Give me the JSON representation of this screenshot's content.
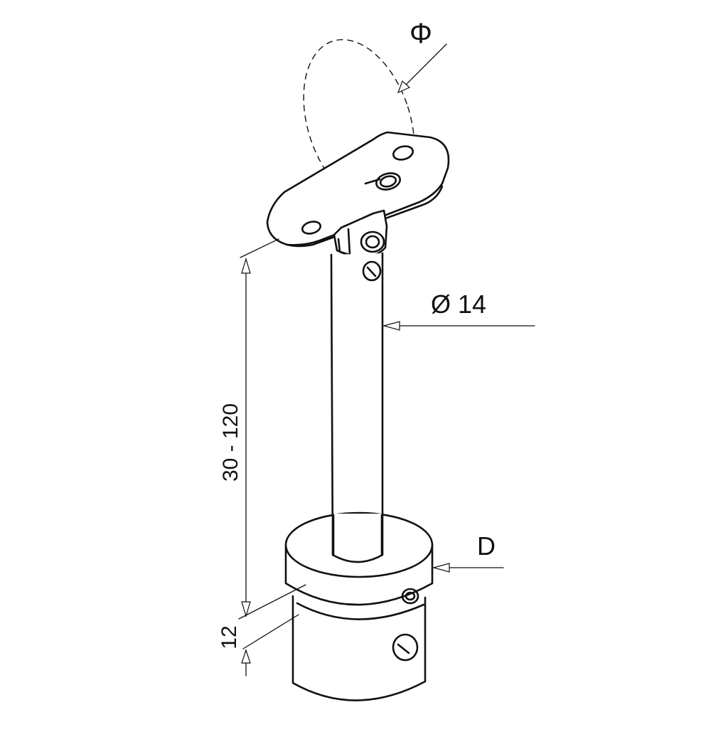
{
  "labels": {
    "top_diameter": "Φ",
    "tube_diameter": "Ø 14",
    "base_diameter": "D",
    "height_range": "30 - 120",
    "base_height": "12"
  }
}
